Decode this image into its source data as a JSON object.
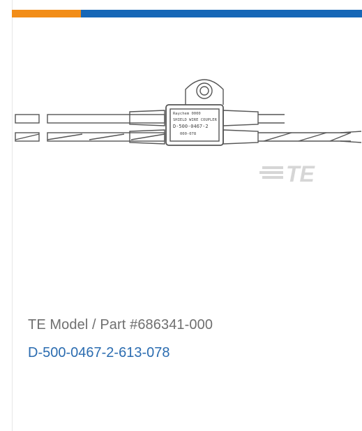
{
  "colors": {
    "accent_orange": "#f28d18",
    "accent_blue": "#1667b7",
    "link_blue": "#2b6cb0",
    "muted_text": "#6f6f6f"
  },
  "product": {
    "image_icon": "wire-splice-illustration",
    "label_lines": [
      "Raychem 0000",
      "SHIELD WIRE COUPLER",
      "D-500-0467-2",
      "000-078"
    ],
    "brand": "TE",
    "model_line": "TE Model / Part #686341-000",
    "part_number": "D-500-0467-2-613-078"
  }
}
